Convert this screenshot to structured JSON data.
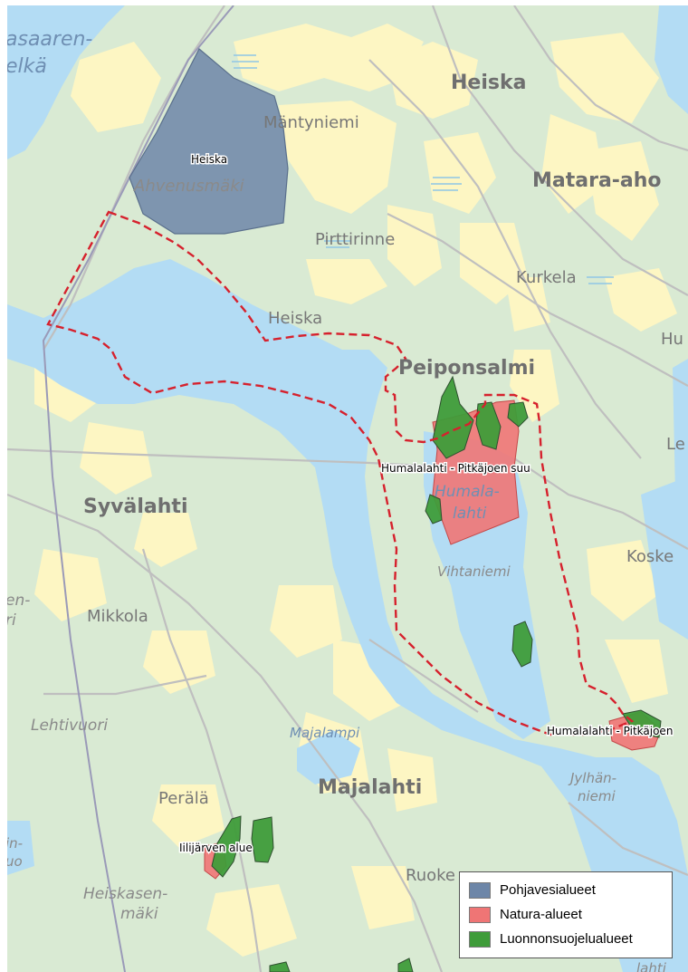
{
  "colors": {
    "land": "#d9ead3",
    "forest_dark": "#cfe3c8",
    "field": "#fdf6c3",
    "water": "#b3dcf4",
    "road": "#b8b8b8",
    "boundary": "#d6212d",
    "groundwater": "#6d86a8",
    "natura": "#ef7575",
    "nature_reserve": "#3f9c3a"
  },
  "map_labels": {
    "place_heiska_upper": "Heiska",
    "place_matara_aho": "Matara-aho",
    "place_peiponsalmi": "Peiponsalmi",
    "place_syvalahti": "Syvälahti",
    "place_majalahti": "Majalahti",
    "village_mantyniemi": "Mäntyniemi",
    "village_pirttirinne": "Pirttirinne",
    "village_kurkela": "Kurkela",
    "village_heiska_lower": "Heiska",
    "village_mikkola": "Mikkola",
    "village_perala": "Perälä",
    "village_ruoke": "Ruoke",
    "village_koske_partial": "Koske",
    "village_hu_partial": "Hu",
    "village_le_partial": "Le",
    "water_asaaren_line1": "asaaren-",
    "water_asaaren_line2": "elkä",
    "water_humala_line1": "Humala-",
    "water_humala_line2": "lahti",
    "water_majalampi": "Majalampi",
    "terrain_ahvenusmaki": "Ahvenusmäki",
    "terrain_vihtaniemi": "Vihtaniemi",
    "terrain_lehtivuori": "Lehtivuori",
    "terrain_heiskasen_line1": "Heiskasen-",
    "terrain_heiskasen_line2": "mäki",
    "terrain_jylhan_line1": "Jylhän-",
    "terrain_jylhan_line2": "niemi",
    "terrain_en_partial": "en-",
    "terrain_ri_partial": "ri",
    "terrain_in_partial": "in-",
    "terrain_uo_partial": "uo",
    "water_lahti_partial": "lahti"
  },
  "area_labels": {
    "heiska_groundwater": "Heiska",
    "humalalahti_main": "Humalalahti - Pitkäjoen suu",
    "humalalahti_south": "Humalalahti - Pitkäjoen",
    "iilijarven": "Iilijärven alue"
  },
  "legend": {
    "items": [
      {
        "label": "Pohjavesialueet",
        "color": "#6d86a8"
      },
      {
        "label": "Natura-alueet",
        "color": "#ef7575"
      },
      {
        "label": "Luonnonsuojelualueet",
        "color": "#3f9c3a"
      }
    ]
  }
}
